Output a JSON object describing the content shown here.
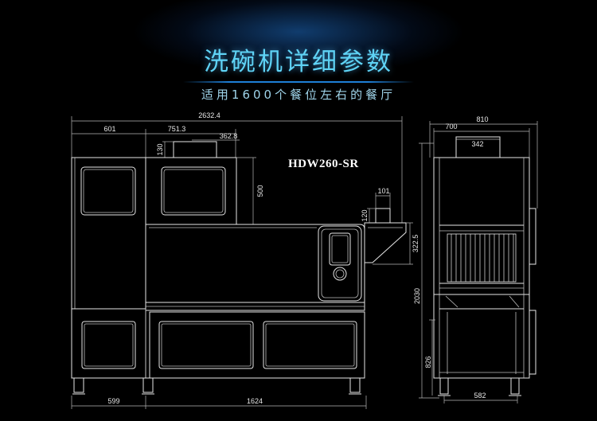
{
  "header": {
    "title": "洗碗机详细参数",
    "subtitle": "适用1600个餐位左右的餐厅"
  },
  "drawing": {
    "model": "HDW260-SR",
    "front_dims": {
      "overall_width": "2632.4",
      "left_cabinet_width": "601",
      "hood_width": "751.3",
      "chimney_width": "362.8",
      "chimney_height": "130",
      "hood_height": "500",
      "outlet_width": "101",
      "outlet_height": "120",
      "outlet_hood_height": "322.5",
      "base_left_width": "599",
      "base_right_width": "1624"
    },
    "side_dims": {
      "overall_depth": "810",
      "body_depth": "700",
      "chimney_depth": "342",
      "overall_height": "2030",
      "base_height": "826",
      "base_depth": "582"
    }
  },
  "colors": {
    "background": "#000000",
    "title": "#5fd3f5",
    "subtitle": "#9fd4ea",
    "accent_line": "#1e7fd6"
  }
}
